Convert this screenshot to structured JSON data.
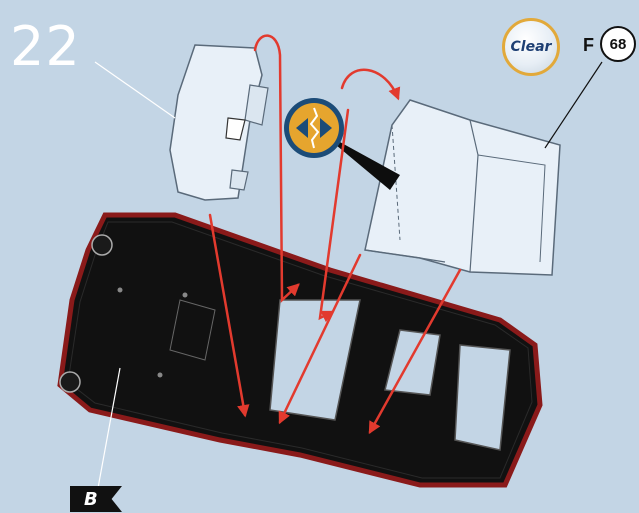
{
  "step": {
    "number": "22"
  },
  "parts": {
    "clear_label": "Clear",
    "sprue_letter": "F",
    "part_number": "68"
  },
  "subassembly": {
    "label": "B"
  },
  "colors": {
    "background": "#c3d5e5",
    "body_shell": "#111111",
    "body_trim": "#8a1a1a",
    "clear_part": "#e8f0f8",
    "arrow": "#e23a2e",
    "flip_icon": "#e6a52e",
    "flip_icon_ring": "#1c4c78"
  },
  "icons": [
    "flip-part-icon"
  ]
}
